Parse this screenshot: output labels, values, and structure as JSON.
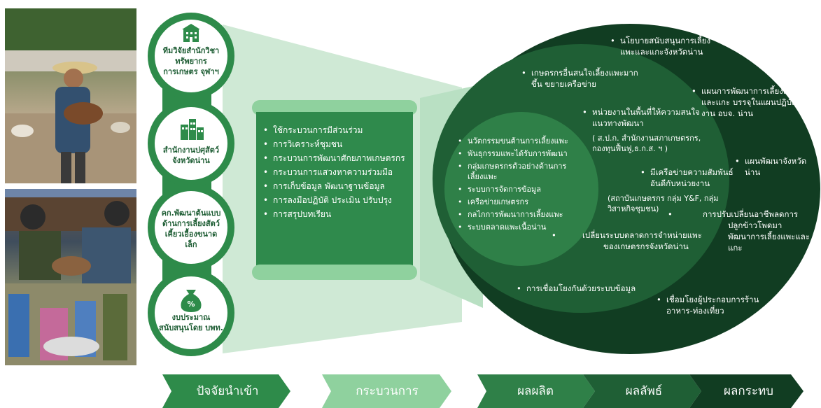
{
  "inputs": [
    {
      "icon": "building-icon",
      "label": "ทีมวิจัยสำนักวิชาทรัพยากรการเกษตร จุฬาฯ"
    },
    {
      "icon": "office-building-icon",
      "label": "สำนักงานปศุสัตว์จังหวัดน่าน"
    },
    {
      "icon": "",
      "label": "คก.พัฒนาต้นแบบด้านการเลี้ยงสัตว์เคี้ยวเอื้องขนาดเล็ก"
    },
    {
      "icon": "money-bag-icon",
      "label": "งบประมาณสนับสนุนโดย บพท."
    }
  ],
  "process_items": [
    "ใช้กระบวนการมีส่วนร่วม",
    "การวิเคราะห์ชุมชน",
    "กระบวนการพัฒนาศักยภาพเกษตรกร",
    "กระบวนการแสวงหาความร่วมมือ",
    "การเก็บข้อมูล พัฒนาฐานข้อมูล",
    "การลงมือปฏิบัติ ประเมิน ปรับปรุง",
    "การสรุปบทเรียน"
  ],
  "outputs": [
    "นวัตกรรมขนต้านการเลี้ยงแพะ",
    "พันธุกรรมแพะได้รับการพัฒนา",
    "กลุ่มเกษตรกรตัวอย่างด้านการเลี้ยงแพะ",
    "ระบบการจัดการข้อมูล",
    "เครือข่ายเกษตรกร",
    "กลไกการพัฒนาการเลี้ยงแพะ",
    "ระบบตลาดแพะเนื้อน่าน"
  ],
  "outcomes": [
    "เกษตรกรอื่นสนใจเลี้ยงแพะมากขึ้น ขยายเครือข่าย",
    "หน่วยงานในพื้นที่ให้ความสนใจแนวทางพัฒนา",
    "( ส.ป.ก. สำนักงานสภาเกษตรกร, กองทุนฟื้นฟู,ธ.ก.ส. ฯ )",
    "มีเครือข่ายความสัมพันธ์อันดีกับหน่วยงาน",
    "(สถาบันเกษตรกร กลุ่ม Y&F, กลุ่มวิสาหกิจชุมชน)",
    "เปลี่ยนระบบตลาดการจำหน่ายแพะของเกษตรกรจังหวัดน่าน",
    "การเชื่อมโยงกันด้วยระบบข้อมูล"
  ],
  "impacts": [
    "นโยบายสนับสนุนการเลี้ยงแพะและแกะจังหวัดน่าน",
    "แผนการพัฒนาการเลี้ยงแพะและแกะ บรรจุในแผนปฏิบัติงาน อบจ. น่าน",
    "แผนพัฒนาจังหวัดน่าน",
    "การปรับเปลี่ยนอาชีพลดการปลูกข้าวโพดมาพัฒนาการเลี้ยงแพะและแกะ",
    "เชื่อมโยงผู้ประกอบการร้านอาหาร-ท่องเที่ยว"
  ],
  "stages": [
    "ปัจจัยนำเข้า",
    "กระบวนการ",
    "ผลผลิต",
    "ผลลัพธ์",
    "ผลกระทบ"
  ],
  "colors": {
    "input_green": "#2e8b4a",
    "process_green": "#3d9a57",
    "process_light": "#8fd19e",
    "output_green": "#2f8048",
    "outcome_green": "#1f5f35",
    "impact_green": "#113d22",
    "wedge": "#cfe9d5"
  }
}
